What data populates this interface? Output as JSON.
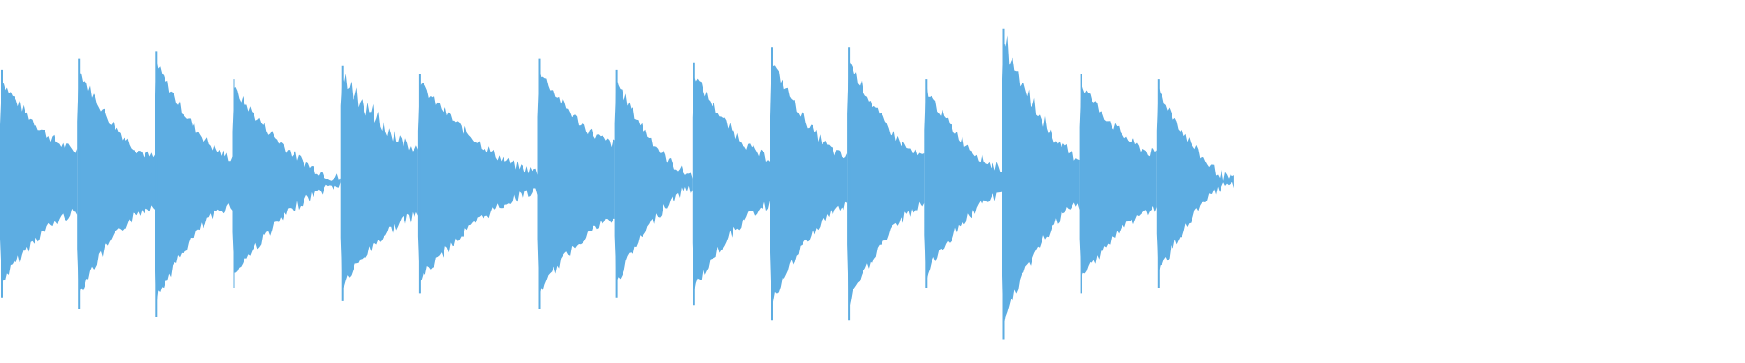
{
  "waveform": {
    "color": "#5DADE2",
    "background": "#FFFFFF",
    "notes": [
      {
        "index": 1,
        "start_s": 0.0,
        "end_s": 0.55,
        "attack_level": 0.6,
        "tail_level": 0.18,
        "texture": "dense"
      },
      {
        "index": 2,
        "start_s": 0.55,
        "end_s": 1.1,
        "attack_level": 0.66,
        "tail_level": 0.14,
        "texture": "dense"
      },
      {
        "index": 3,
        "start_s": 1.1,
        "end_s": 1.65,
        "attack_level": 0.7,
        "tail_level": 0.14,
        "texture": "dense"
      },
      {
        "index": 4,
        "start_s": 1.65,
        "end_s": 2.42,
        "attack_level": 0.55,
        "tail_level": 0.02,
        "texture": "dense"
      },
      {
        "index": 5,
        "start_s": 2.42,
        "end_s": 2.97,
        "attack_level": 0.62,
        "tail_level": 0.2,
        "texture": "striated"
      },
      {
        "index": 6,
        "start_s": 2.97,
        "end_s": 3.82,
        "attack_level": 0.58,
        "tail_level": 0.06,
        "texture": "dense"
      },
      {
        "index": 7,
        "start_s": 3.82,
        "end_s": 4.37,
        "attack_level": 0.66,
        "tail_level": 0.22,
        "texture": "dense"
      },
      {
        "index": 8,
        "start_s": 4.37,
        "end_s": 4.92,
        "attack_level": 0.6,
        "tail_level": 0.04,
        "texture": "dense"
      },
      {
        "index": 9,
        "start_s": 4.92,
        "end_s": 5.47,
        "attack_level": 0.64,
        "tail_level": 0.14,
        "texture": "dense"
      },
      {
        "index": 10,
        "start_s": 5.47,
        "end_s": 6.02,
        "attack_level": 0.72,
        "tail_level": 0.14,
        "texture": "dense"
      },
      {
        "index": 11,
        "start_s": 6.02,
        "end_s": 6.57,
        "attack_level": 0.72,
        "tail_level": 0.14,
        "texture": "dense"
      },
      {
        "index": 12,
        "start_s": 6.57,
        "end_s": 7.12,
        "attack_level": 0.55,
        "tail_level": 0.08,
        "texture": "dense"
      },
      {
        "index": 13,
        "start_s": 7.12,
        "end_s": 7.67,
        "attack_level": 0.82,
        "tail_level": 0.14,
        "texture": "striated"
      },
      {
        "index": 14,
        "start_s": 7.67,
        "end_s": 8.22,
        "attack_level": 0.58,
        "tail_level": 0.16,
        "texture": "dense"
      },
      {
        "index": 15,
        "start_s": 8.22,
        "end_s": 8.77,
        "attack_level": 0.55,
        "tail_level": 0.01,
        "texture": "dense"
      }
    ],
    "total_duration_s": 12.4
  }
}
